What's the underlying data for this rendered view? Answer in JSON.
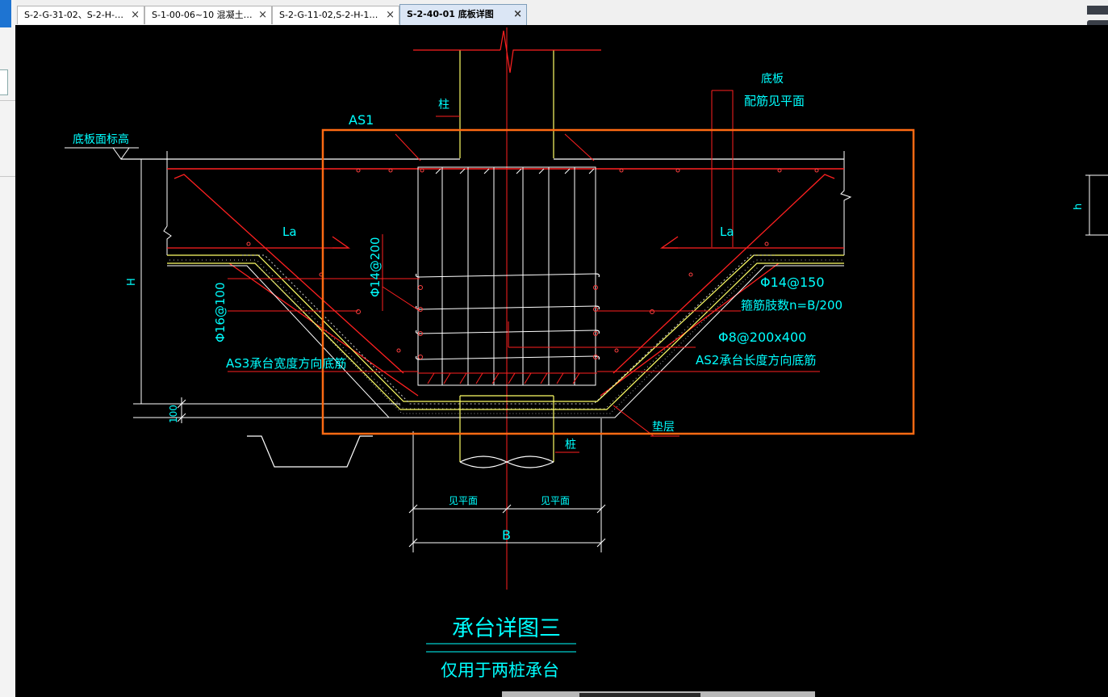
{
  "tabs": [
    {
      "label": "S-2-G-31-02、S-2-H-…",
      "active": false
    },
    {
      "label": "S-1-00-06~10 混凝土…",
      "active": false
    },
    {
      "label": "S-2-G-11-02,S-2-H-1…",
      "active": false
    },
    {
      "label": "S-2-40-01 底板详图",
      "active": true
    }
  ],
  "close_glyph": "×",
  "drawing": {
    "label_zhu_top": "柱",
    "label_as1": "AS1",
    "label_diban": "底板",
    "label_peijin": "配筋见平面",
    "label_diban_biaogao": "底板面标高",
    "label_la_left": "La",
    "label_la_right": "La",
    "label_H": "H",
    "label_h": "h",
    "label_phi14_200": "Φ14@200",
    "label_phi16_100": "Φ16@100",
    "label_phi14_150": "Φ14@150",
    "label_gujin": "箍筋肢数n=B/200",
    "label_phi8": "Φ8@200x400",
    "label_as3": "AS3承台宽度方向底筋",
    "label_as2": "AS2承台长度方向底筋",
    "label_100": "100",
    "label_dianceng": "垫层",
    "label_zhu_bottom": "桩",
    "label_jianpingmian_left": "见平面",
    "label_jianpingmian_right": "见平面",
    "label_B": "B",
    "title": "承台详图三",
    "subtitle": "仅用于两桩承台"
  },
  "colors": {
    "cyan": "#00ffff",
    "red": "#ff0000",
    "yellow": "#ffff66",
    "white": "#ffffff",
    "orange": "#ff6a13",
    "tab_active": "#dbe6f5"
  }
}
